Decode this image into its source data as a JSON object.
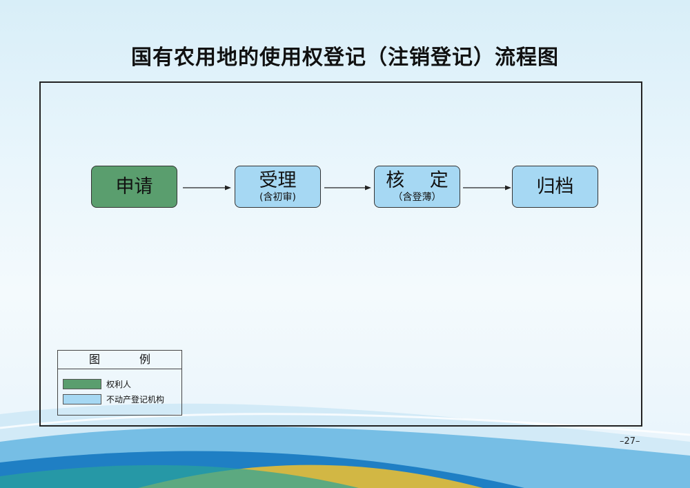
{
  "title": "国有农用地的使用权登记（注销登记）流程图",
  "nodes": [
    {
      "main": "申请",
      "sub": "",
      "role": "rights_holder"
    },
    {
      "main": "受理",
      "sub": "(含初审)",
      "role": "registry"
    },
    {
      "main": "核 定",
      "sub": "（含登薄）",
      "role": "registry"
    },
    {
      "main": "归档",
      "sub": "",
      "role": "registry"
    }
  ],
  "legend": {
    "title": "图 例",
    "items": [
      {
        "label": "权利人",
        "color": "#5a9e6e"
      },
      {
        "label": "不动产登记机构",
        "color": "#a6d8f3"
      }
    ]
  },
  "colors": {
    "rights_holder": "#5a9e6e",
    "registry": "#a6d8f3"
  },
  "page_number": "–27–"
}
